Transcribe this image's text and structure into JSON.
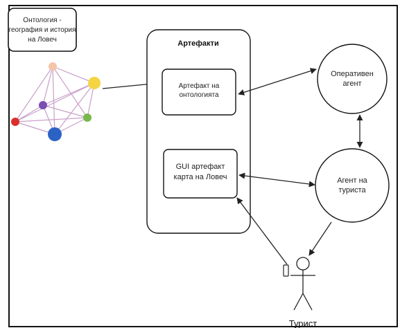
{
  "ontology_box": {
    "lines": [
      "Онтология -",
      "география и история",
      "на Ловеч"
    ]
  },
  "artifacts_container": {
    "title": "Артефакти"
  },
  "ontology_artifact": {
    "lines": [
      "Артефакт на",
      "онтологията"
    ]
  },
  "gui_artifact": {
    "lines": [
      "GUI артефакт",
      "карта на Ловеч"
    ]
  },
  "operative_agent": {
    "lines": [
      "Оперативен",
      "агент"
    ]
  },
  "tourist_agent": {
    "lines": [
      "Агент на",
      "туриста"
    ]
  },
  "tourist": {
    "label": "Турист"
  },
  "network_node_colors": [
    "#f4c6a8",
    "#f5d442",
    "#7a4db3",
    "#d9302c",
    "#2b62c4",
    "#78b84c"
  ]
}
